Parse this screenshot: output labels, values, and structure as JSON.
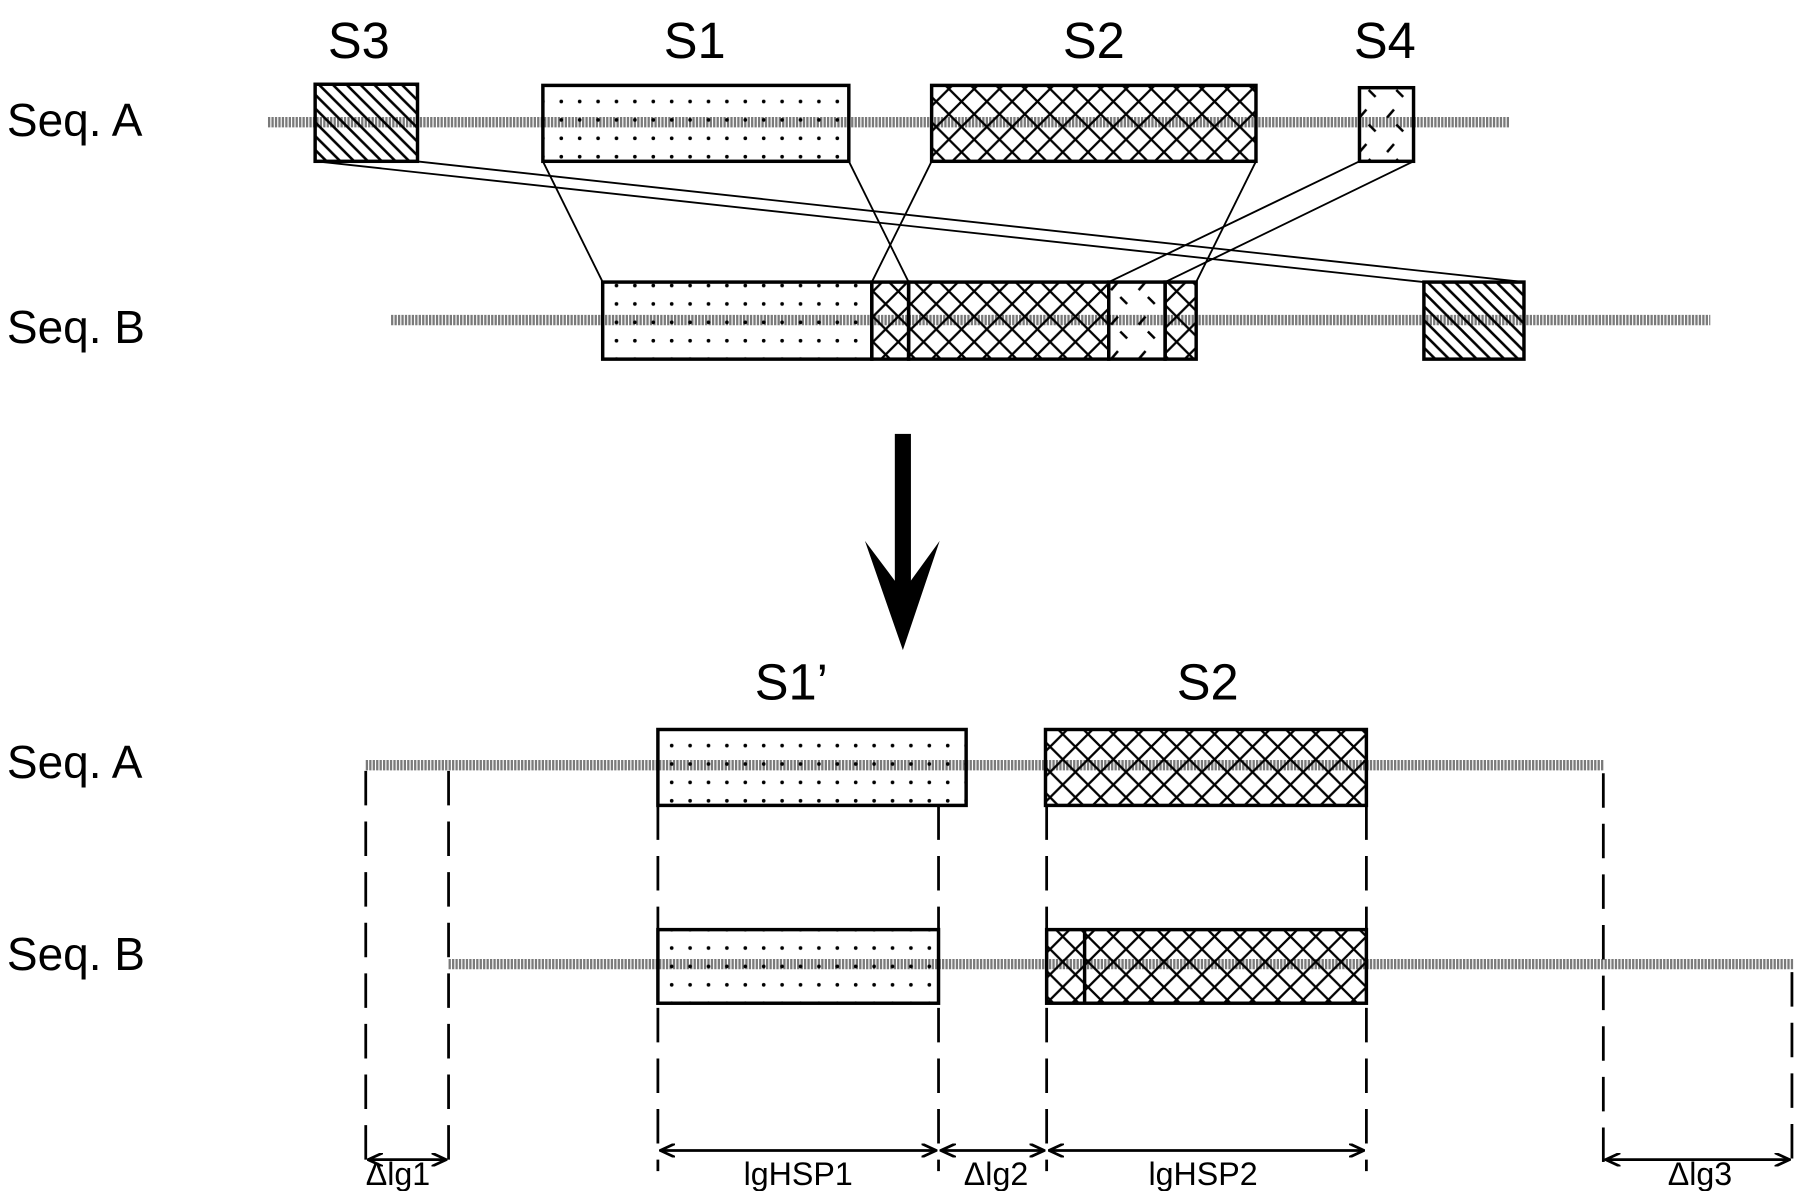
{
  "colors": {
    "ink": "#000000",
    "backbone": "#7a7a7a",
    "background": "#ffffff"
  },
  "top_panel": {
    "segment_labels": [
      "S3",
      "S1",
      "S2",
      "S4"
    ],
    "row_labels": [
      "Seq. A",
      "Seq. B"
    ],
    "seq_a_segments": [
      {
        "id": "S3",
        "pattern": "diagonal-hatch"
      },
      {
        "id": "S1",
        "pattern": "dots"
      },
      {
        "id": "S2",
        "pattern": "crosshatch"
      },
      {
        "id": "S4",
        "pattern": "dashes"
      }
    ],
    "seq_b_segments": [
      {
        "id": "S1",
        "pattern": "dots"
      },
      {
        "id": "S2-overlap",
        "pattern": "crosshatch"
      },
      {
        "id": "S2",
        "pattern": "crosshatch"
      },
      {
        "id": "S4",
        "pattern": "dashes"
      },
      {
        "id": "S2-tail",
        "pattern": "crosshatch"
      },
      {
        "id": "S3",
        "pattern": "diagonal-hatch"
      }
    ]
  },
  "arrow": {
    "icon": "down-arrow-icon"
  },
  "bottom_panel": {
    "segment_labels": [
      "S1’",
      "S2"
    ],
    "row_labels": [
      "Seq. A",
      "Seq. B"
    ],
    "dimension_labels": [
      "Δlg1",
      "lgHSP1",
      "Δlg2",
      "lgHSP2",
      "Δlg3"
    ]
  }
}
